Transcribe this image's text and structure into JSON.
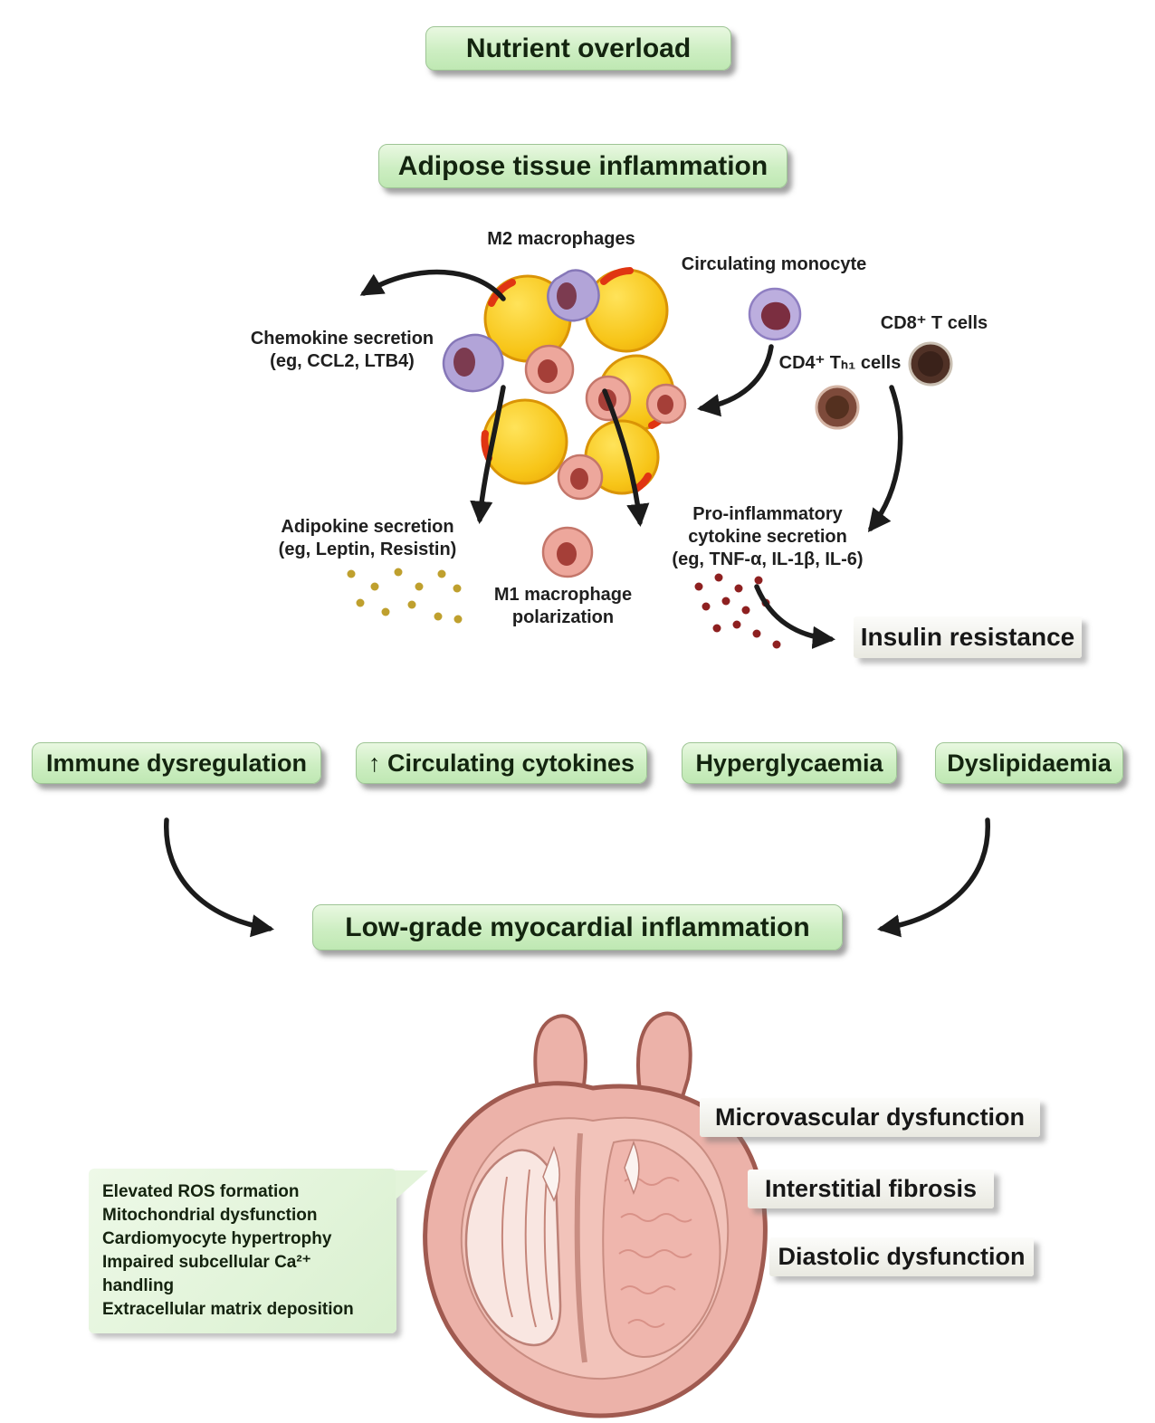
{
  "flow": {
    "nutrient_overload": "Nutrient overload",
    "adipose_tissue_inflammation": "Adipose tissue inflammation",
    "insulin_resistance": "Insulin resistance",
    "low_grade_myocardial_inflammation": "Low-grade myocardial inflammation"
  },
  "cells": {
    "m2_macrophages": "M2 macrophages",
    "circulating_monocyte": "Circulating monocyte",
    "cd8_t_cells": "CD8⁺ T cells",
    "cd4_th1_cells": "CD4⁺ Tₕ₁ cells"
  },
  "secretions": {
    "chemokine": [
      "Chemokine secretion",
      "(eg, CCL2, LTB4)"
    ],
    "adipokine": [
      "Adipokine secretion",
      "(eg, Leptin, Resistin)"
    ],
    "m1_polarization": [
      "M1 macrophage",
      "polarization"
    ],
    "proinflammatory": [
      "Pro-inflammatory",
      "cytokine secretion",
      "(eg, TNF-α, IL-1β, IL-6)"
    ]
  },
  "consequences": [
    "Immune dysregulation",
    "↑ Circulating cytokines",
    "Hyperglycaemia",
    "Dyslipidaemia"
  ],
  "cardiac_outcomes": [
    "Microvascular dysfunction",
    "Interstitial fibrosis",
    "Diastolic dysfunction"
  ],
  "myocardial_mechanisms": [
    "Elevated ROS formation",
    "Mitochondrial dysfunction",
    "Cardiomyocyte hypertrophy",
    "Impaired subcellular Ca²⁺ handling",
    "Extracellular matrix deposition"
  ],
  "colors": {
    "box_green": "#cdeec2",
    "box_grey": "#e9e9e1",
    "arrow_black": "#1b1b1b",
    "adipocyte_yellow": "#f7c518",
    "adipocyte_highlight_red": "#e03512",
    "m2_macrophage_purple": "#b2a4d8",
    "m1_macrophage_pink": "#eda79c",
    "monocyte_purple": "#bcaede",
    "t_cell_brown": "#7d4a3a",
    "adipokine_dot_gold": "#bfa02e",
    "cytokine_dot_red": "#8e2020",
    "heart_pink": "#ecb2a9"
  }
}
